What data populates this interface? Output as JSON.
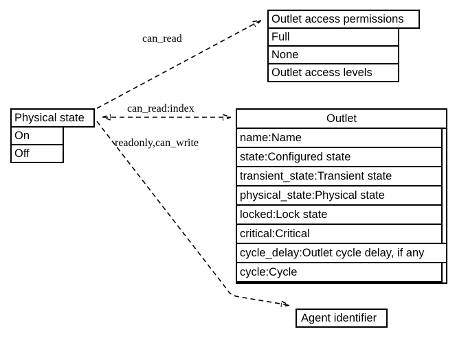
{
  "nodes": {
    "physical_state": {
      "title": "Physical state",
      "rows": [
        "On",
        "Off"
      ]
    },
    "outlet_access_permissions": {
      "title": "Outlet access permissions",
      "rows": [
        "Full",
        "None",
        "Outlet access levels"
      ]
    },
    "outlet": {
      "title": "Outlet",
      "rows": [
        "name:Name",
        "state:Configured state",
        "transient_state:Transient state",
        "physical_state:Physical state",
        "locked:Lock state",
        "critical:Critical",
        "cycle_delay:Outlet cycle delay, if any",
        "cycle:Cycle"
      ]
    },
    "agent_identifier": {
      "title": "Agent identifier"
    }
  },
  "edges": {
    "can_read": {
      "label": "can_read",
      "from": "physical_state",
      "to": "outlet_access_permissions",
      "style": "dashed"
    },
    "can_read_index": {
      "label": "can_read:index",
      "from": "physical_state",
      "to": "outlet",
      "style": "dashed",
      "bidirectional": true
    },
    "readonly_can_write": {
      "label": "readonly,can_write",
      "from": "physical_state",
      "to": "agent_identifier",
      "style": "dashed"
    }
  },
  "colors": {
    "border": "#000000",
    "background": "#ffffff",
    "text": "#000000"
  }
}
